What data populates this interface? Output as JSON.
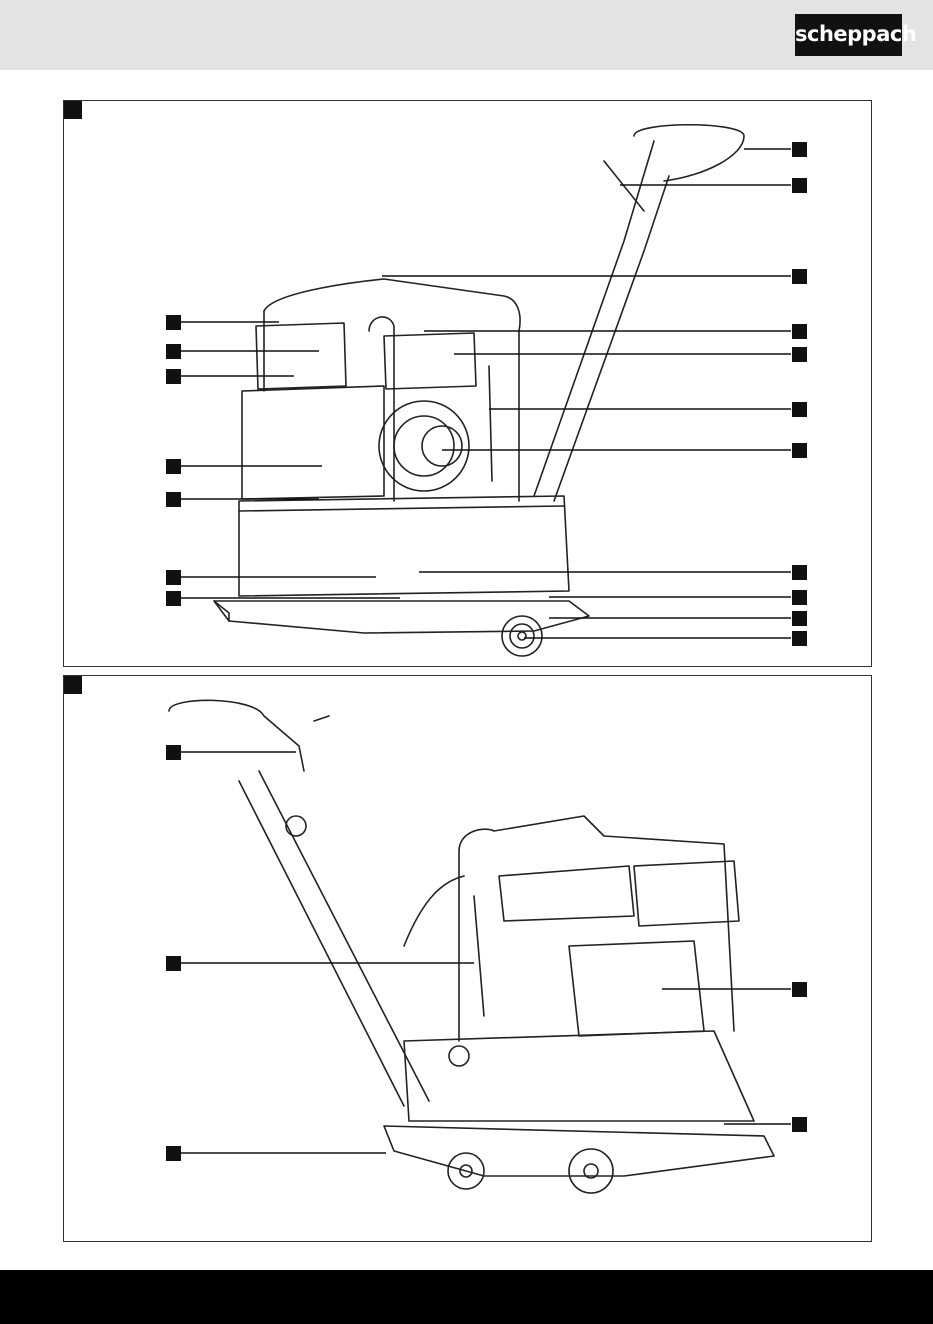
{
  "header": {
    "brand": "scheppach"
  },
  "figures": [
    {
      "id": "figure-1",
      "callout_count_left": 7,
      "callout_count_right": 11
    },
    {
      "id": "figure-2",
      "callout_count_left": 3,
      "callout_count_right": 2
    }
  ],
  "colors": {
    "ink": "#111111",
    "header_bg": "#e3e3e3",
    "footer_bg": "#000000"
  }
}
